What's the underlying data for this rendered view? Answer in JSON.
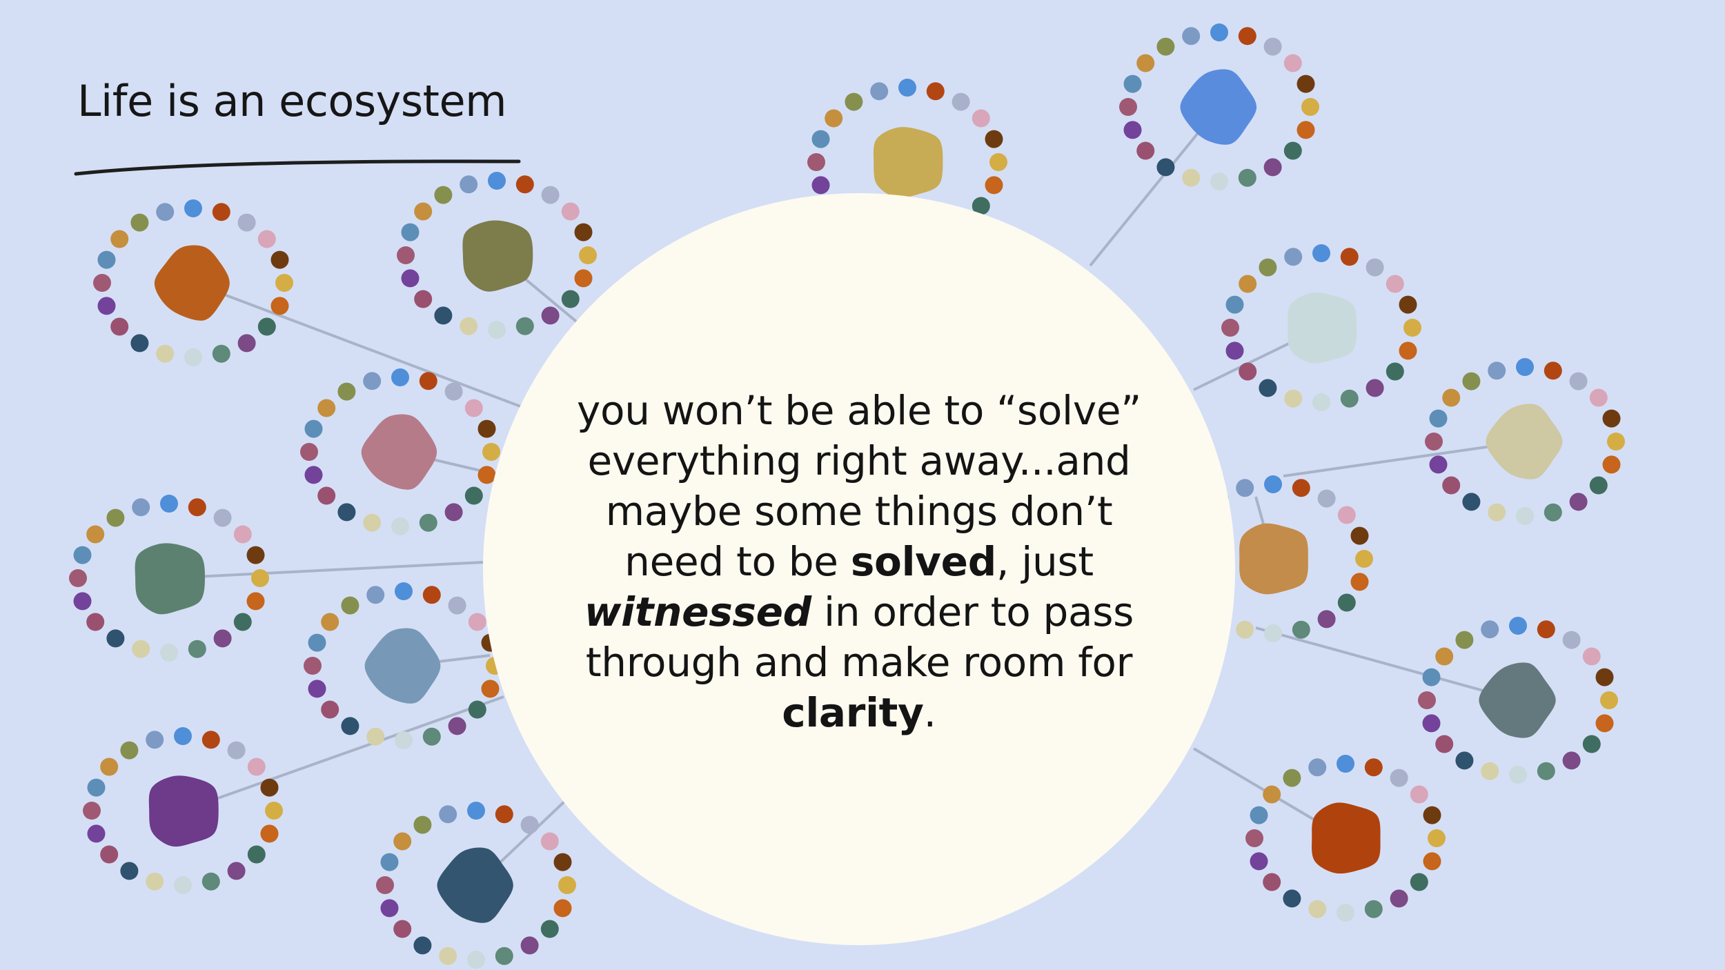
{
  "slide": {
    "title": "Life is an ecosystem",
    "quote": {
      "part1": "you won’t be able to “solve” everything right away...and maybe some things don’t need to be ",
      "emphasis1": "solved",
      "part2": ", just ",
      "emphasis2": "witnessed",
      "part3": " in order to pass through and make room for ",
      "emphasis3": "clarity",
      "part4": "."
    }
  },
  "colors": {
    "background": "#d4dff6",
    "circle": "#fdfaf0",
    "line": "#a9b3c8",
    "dot_palette": [
      "#4f8ed9",
      "#b24613",
      "#a9b0c9",
      "#d8a6b8",
      "#6e3b10",
      "#d4ad45",
      "#c6651b",
      "#3f6e60",
      "#7b4a87",
      "#5f8979",
      "#c9d9dc",
      "#d6d0a8",
      "#2f526e",
      "#9a5170",
      "#73429a",
      "#a05973",
      "#5d8eb8",
      "#c58f3e",
      "#85904f",
      "#7d9ac5"
    ],
    "hub_colors": [
      "#b95f1b",
      "#7d7c4b",
      "#b67b89",
      "#5d8170",
      "#7898b7",
      "#6e3a8a",
      "#34556f",
      "#c8ab55",
      "#5a8cde",
      "#c8dadc",
      "#cec8a3",
      "#c48c4a",
      "#64797d",
      "#b0420d"
    ]
  }
}
